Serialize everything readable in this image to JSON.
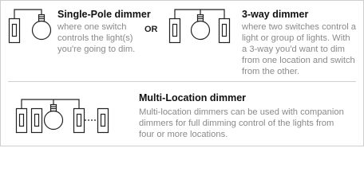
{
  "single_pole": {
    "title": "Single-Pole dimmer",
    "desc": [
      "where one switch",
      "controls the light(s)",
      "you're going to dim."
    ]
  },
  "or_label": "OR",
  "three_way": {
    "title": "3-way dimmer",
    "desc": [
      "where two switches control a",
      "light or group of lights. With",
      "a 3-way you'd want to dim",
      "from one location and switch",
      "from the other."
    ]
  },
  "multi_location": {
    "title": "Multi-Location dimmer",
    "desc": [
      "Multi-location dimmers can be used with companion",
      "dimmers for full dimming control of the lights from",
      "four or more locations."
    ]
  },
  "colors": {
    "stroke": "#222222",
    "desc_text": "#8a8a8a",
    "divider": "#cfcfcf"
  },
  "icons": [
    "wall-switch-icon",
    "light-bulb-icon"
  ]
}
